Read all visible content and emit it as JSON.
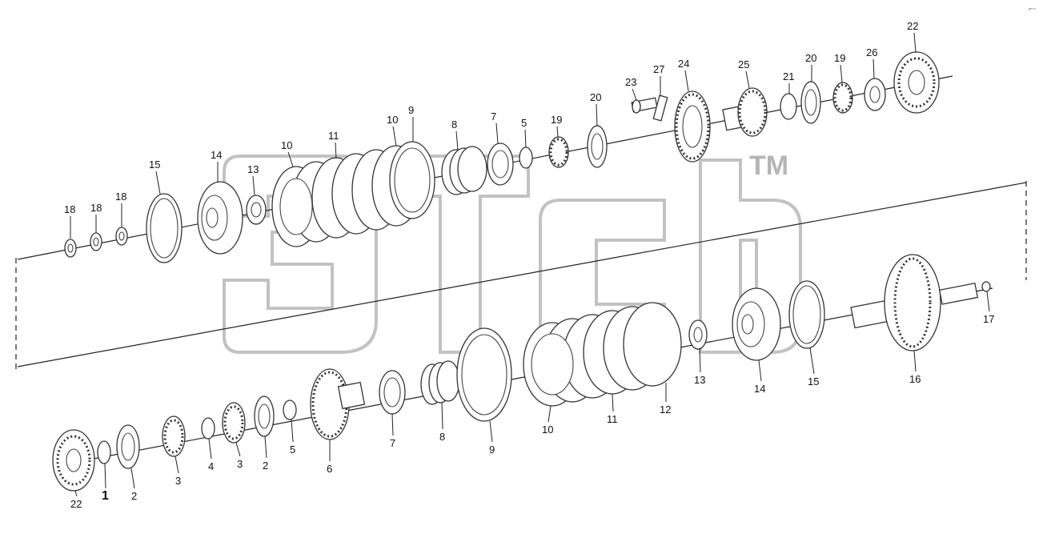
{
  "watermark": {
    "text": "ЭТСБ",
    "mark": "TM"
  },
  "corner_mark": "⌐-",
  "parts": {
    "p1": {
      "label": "18"
    },
    "p2": {
      "label": "18"
    },
    "p3": {
      "label": "18"
    },
    "p4": {
      "label": "15"
    },
    "p5": {
      "label": "14"
    },
    "p6": {
      "label": "13"
    },
    "p7": {
      "label": "10"
    },
    "p8": {
      "label": "11"
    },
    "p9": {
      "label": "10"
    },
    "p10": {
      "label": "9"
    },
    "p11": {
      "label": "8"
    },
    "p12": {
      "label": "7"
    },
    "p13": {
      "label": "5"
    },
    "p14": {
      "label": "19"
    },
    "p15": {
      "label": "20"
    },
    "p16": {
      "label": "23"
    },
    "p17": {
      "label": "27"
    },
    "p18": {
      "label": "24"
    },
    "p19": {
      "label": "25"
    },
    "p20": {
      "label": "21"
    },
    "p21": {
      "label": "20"
    },
    "p22": {
      "label": "19"
    },
    "p23": {
      "label": "26"
    },
    "p24": {
      "label": "22"
    },
    "b1": {
      "label": "22"
    },
    "b2": {
      "label": "1"
    },
    "b3": {
      "label": "2"
    },
    "b4": {
      "label": "3"
    },
    "b5": {
      "label": "4"
    },
    "b6": {
      "label": "3"
    },
    "b7": {
      "label": "2"
    },
    "b8": {
      "label": "5"
    },
    "b9": {
      "label": "6"
    },
    "b10": {
      "label": "7"
    },
    "b11": {
      "label": "8"
    },
    "b12": {
      "label": "9"
    },
    "b13": {
      "label": "10"
    },
    "b14": {
      "label": "11"
    },
    "b15": {
      "label": "12"
    },
    "b16": {
      "label": "13"
    },
    "b17": {
      "label": "14"
    },
    "b18": {
      "label": "15"
    },
    "b19": {
      "label": "16"
    },
    "b20": {
      "label": "17"
    }
  }
}
